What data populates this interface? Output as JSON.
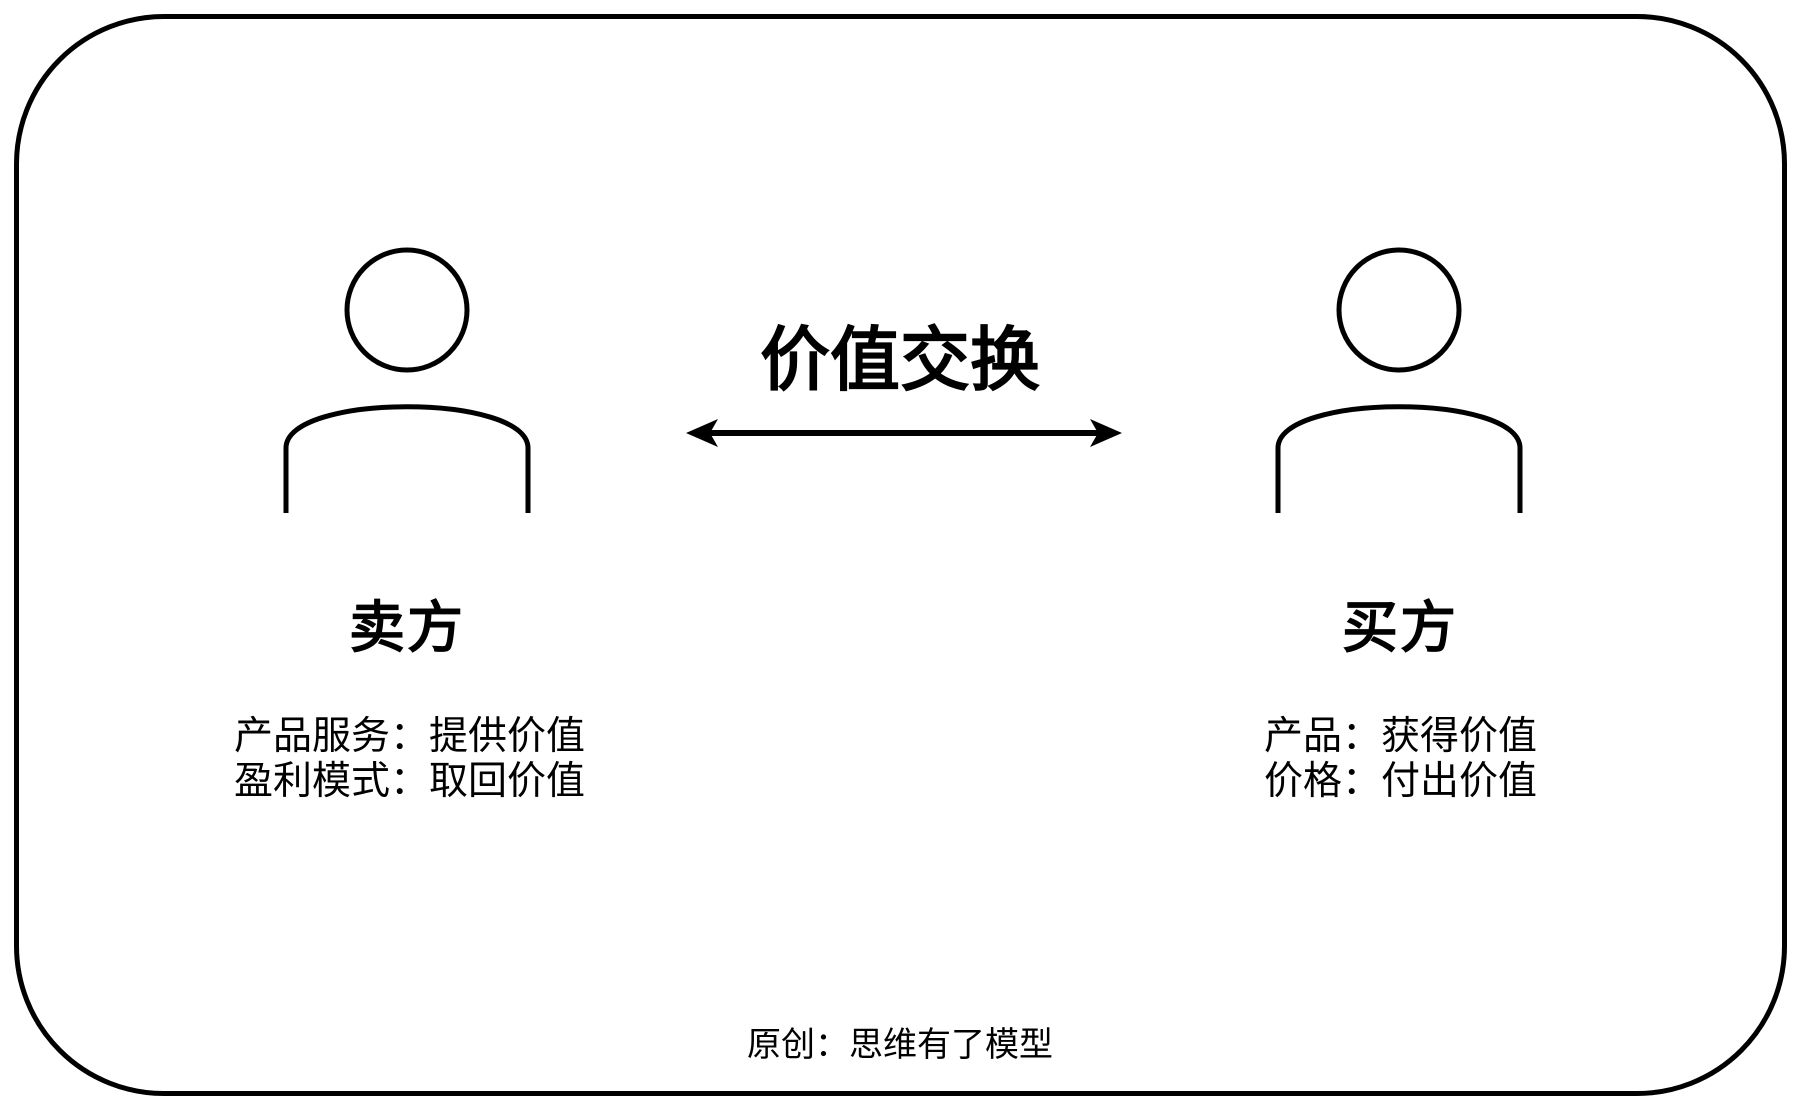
{
  "exchange": {
    "title": "价值交换"
  },
  "seller": {
    "title": "卖方",
    "lines": [
      "产品服务：提供价值",
      "盈利模式：取回价值"
    ],
    "icon": "person-icon"
  },
  "buyer": {
    "title": "买方",
    "lines": [
      "产品：获得价值",
      "价格：付出价值"
    ],
    "icon": "person-icon"
  },
  "credit": "原创：思维有了模型",
  "colors": {
    "stroke": "#000000",
    "background": "#ffffff"
  }
}
